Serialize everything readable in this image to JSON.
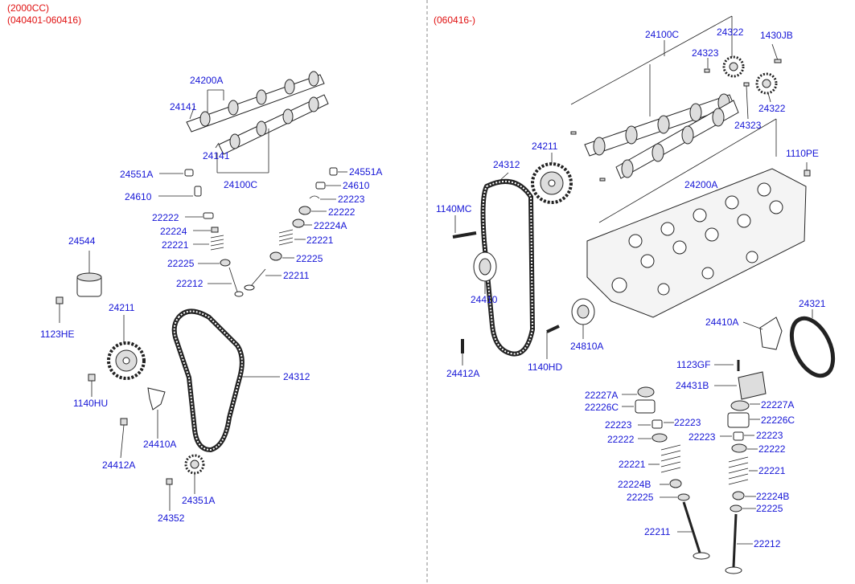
{
  "left_panel": {
    "header_line1": "(2000CC)",
    "header_line2": "(040401-060416)",
    "labels": [
      "24200A",
      "24141",
      "24141",
      "24100C",
      "24551A",
      "24551A",
      "24610",
      "24610",
      "22223",
      "22222",
      "22222",
      "22224A",
      "22224",
      "22221",
      "22221",
      "22225",
      "22225",
      "22212",
      "22211",
      "24544",
      "24211",
      "1123HE",
      "1140HU",
      "24312",
      "24410A",
      "24412A",
      "24351A",
      "24352"
    ]
  },
  "right_panel": {
    "header": "(060416-)",
    "labels": [
      "24100C",
      "24322",
      "1430JB",
      "24323",
      "24322",
      "24323",
      "1110PE",
      "24211",
      "24312",
      "24200A",
      "1140MC",
      "24410",
      "24321",
      "24410A",
      "24810A",
      "24412A",
      "1140HD",
      "1123GF",
      "24431B",
      "22227A",
      "22227A",
      "22226C",
      "22226C",
      "22223",
      "22223",
      "22223",
      "22223",
      "22222",
      "22222",
      "22221",
      "22221",
      "22224B",
      "22224B",
      "22225",
      "22225",
      "22211",
      "22212"
    ]
  }
}
